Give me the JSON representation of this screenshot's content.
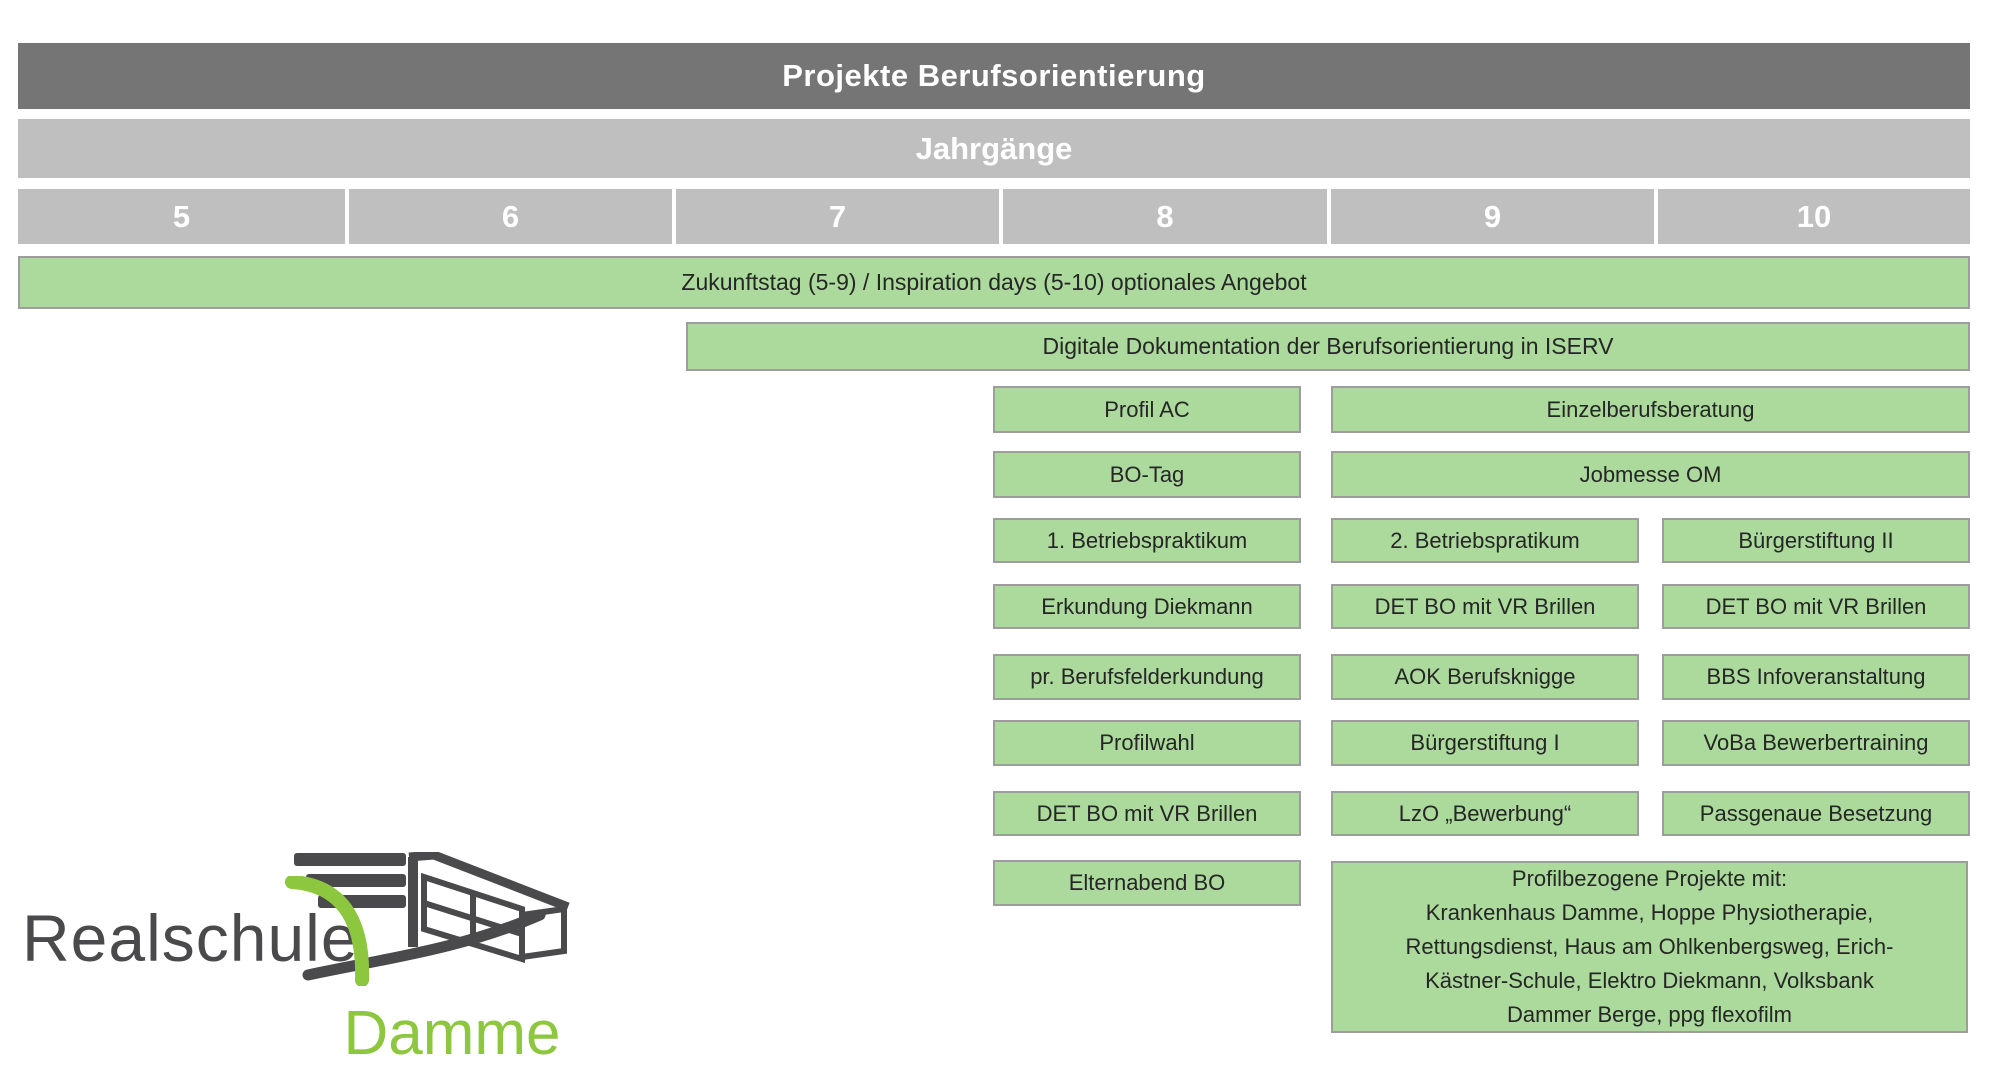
{
  "colors": {
    "header_bg": "#757575",
    "gray_bg": "#bfbfbf",
    "green_bg": "#abda9c",
    "green_border": "#9d9d9d",
    "box_text": "#262626",
    "logo_gray": "#4a4a4c",
    "logo_green": "#8dc63f"
  },
  "header": {
    "title": "Projekte Berufsorientierung"
  },
  "jahrgaenge": {
    "label": "Jahrgänge",
    "grades": [
      "5",
      "6",
      "7",
      "8",
      "9",
      "10"
    ]
  },
  "bars": {
    "zukunftstag": "Zukunftstag (5-9) / Inspiration days (5-10) optionales Angebot",
    "iserv": "Digitale Dokumentation der Berufsorientierung  in ISERV"
  },
  "rows": {
    "r1": {
      "g8": "Profil AC",
      "g9_10": "Einzelberufsberatung"
    },
    "r2": {
      "g8": "BO-Tag",
      "g9_10": "Jobmesse OM"
    },
    "r3": {
      "g8": "1. Betriebspraktikum",
      "g9": "2. Betriebspratikum",
      "g10": "Bürgerstiftung II"
    },
    "r4": {
      "g8": "Erkundung Diekmann",
      "g9": "DET BO mit VR Brillen",
      "g10": "DET BO mit VR Brillen"
    },
    "r5": {
      "g8": "pr. Berufsfelderkundung",
      "g9": "AOK Berufsknigge",
      "g10": "BBS Infoveranstaltung"
    },
    "r6": {
      "g8": "Profilwahl",
      "g9": "Bürgerstiftung I",
      "g10": "VoBa Bewerbertraining"
    },
    "r7": {
      "g8": "DET BO mit VR Brillen",
      "g9": "LzO „Bewerbung“",
      "g10": "Passgenaue Besetzung"
    },
    "r8": {
      "g8": "Elternabend BO"
    }
  },
  "profil_box": {
    "lines": [
      "Profilbezogene Projekte mit:",
      "Krankenhaus Damme, Hoppe Physiotherapie,",
      "Rettungsdienst, Haus am Ohlkenbergsweg, Erich-",
      "Kästner-Schule, Elektro Diekmann, Volksbank",
      "Dammer Berge, ppg flexofilm"
    ]
  },
  "logo": {
    "name": "Realschule",
    "city": "Damme"
  }
}
